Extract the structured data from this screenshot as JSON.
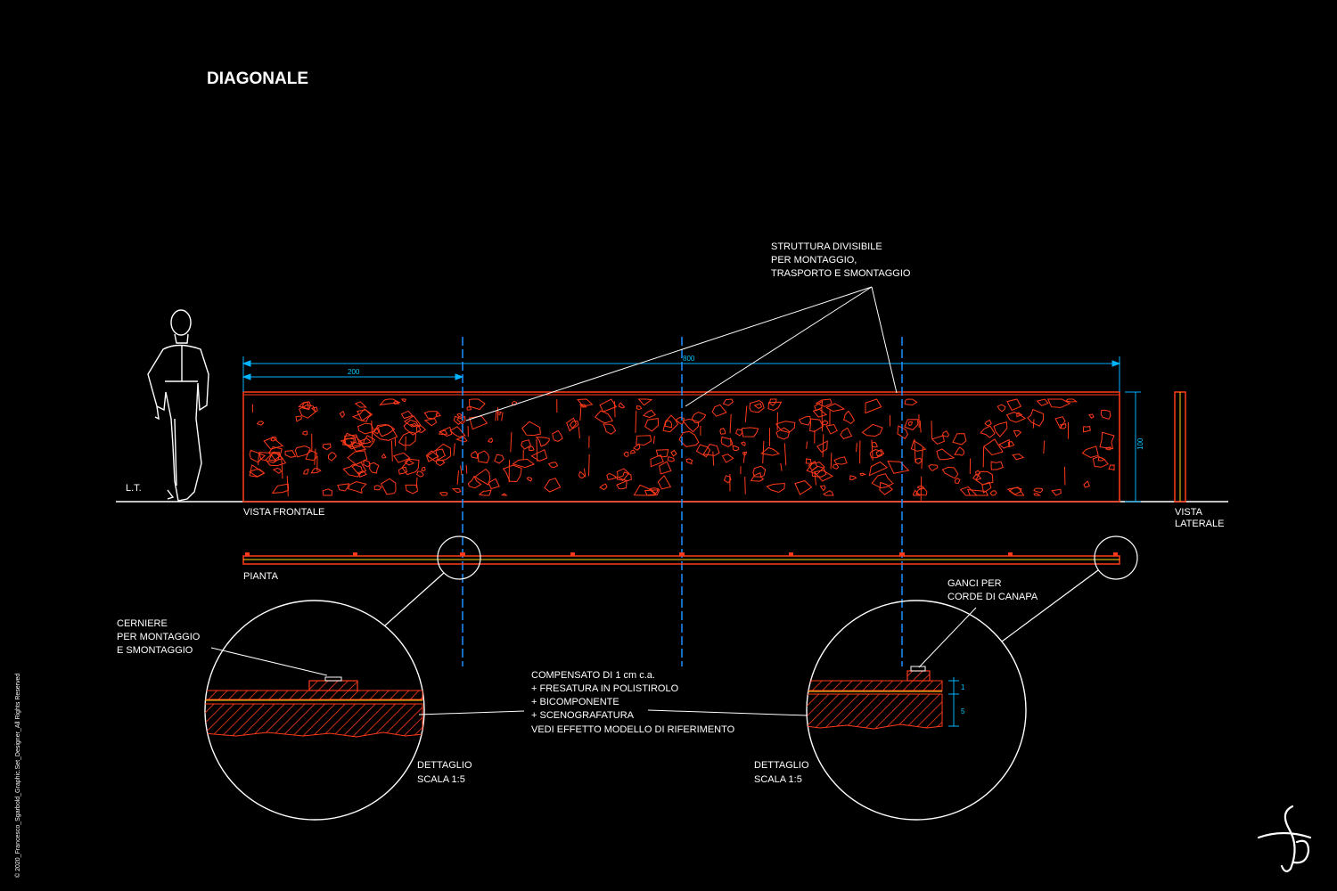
{
  "title": "DIAGONALE",
  "labels": {
    "ground_line": "L.T.",
    "front_view": "VISTA FRONTALE",
    "side_view_1": "VISTA",
    "side_view_2": "LATERALE",
    "plan": "PIANTA"
  },
  "dimensions": {
    "segment": "200",
    "total": "800",
    "height": "100",
    "detail_top": "1",
    "detail_side": "5"
  },
  "notes": {
    "structure": [
      "STRUTTURA DIVISIBILE",
      "PER MONTAGGIO,",
      "TRASPORTO E SMONTAGGIO"
    ],
    "hinges": [
      "CERNIERE",
      "PER MONTAGGIO",
      "E SMONTAGGIO"
    ],
    "hooks": [
      "GANCI PER",
      "CORDE DI CANAPA"
    ],
    "material": [
      "COMPENSATO DI 1 cm c.a.",
      "+ FRESATURA IN POLISTIROLO",
      "+ BICOMPONENTE",
      "+ SCENOGRAFATURA",
      "VEDI EFFETTO MODELLO DI RIFERIMENTO"
    ],
    "detail_left": [
      "DETTAGLIO",
      "SCALA 1:5"
    ],
    "detail_right": [
      "DETTAGLIO",
      "SCALA 1:5"
    ]
  },
  "copyright": "© 2020_Francesco_Sgarbold_Graphic.Set_Designer_All Rights Reserved",
  "colors": {
    "background": "#000000",
    "panel": "#ff3a1a",
    "dimension": "#00b4ff",
    "line": "#ffffff",
    "hatch_accent": "#ffd21a"
  }
}
